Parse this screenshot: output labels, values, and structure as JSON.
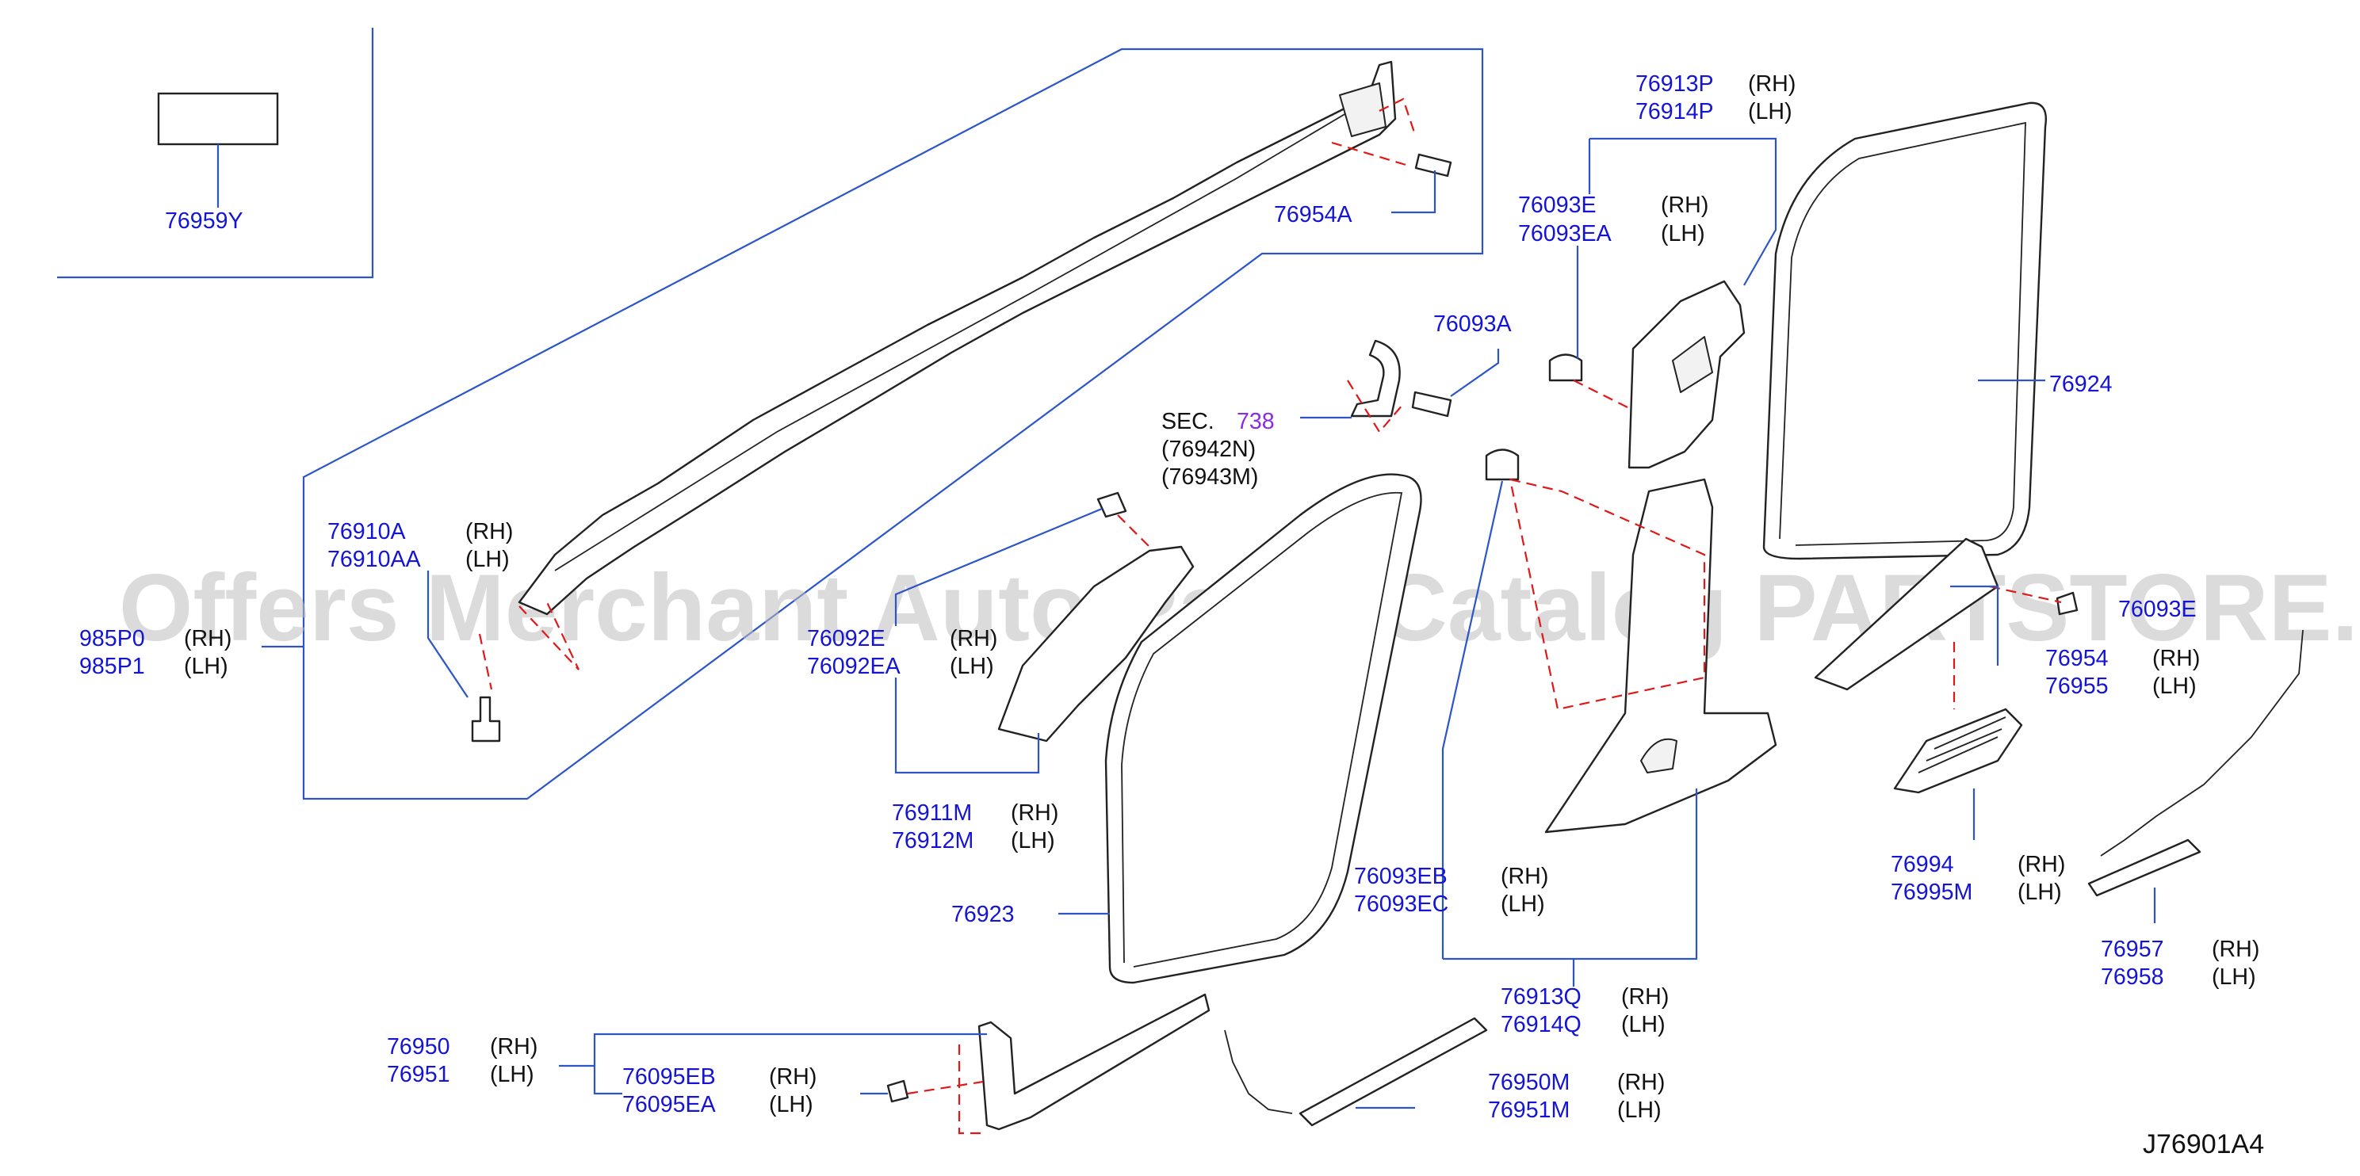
{
  "diagram_code": "J76901A4",
  "watermark": "Offers Merchant Auto Parts Catalog PARTSTORE.SA",
  "section_ref": {
    "prefix": "SEC.",
    "number": "738",
    "sub1": "(76942N)",
    "sub2": "(76943M)"
  },
  "labels": {
    "l76959Y": "76959Y",
    "l76913P": "76913P",
    "l76914P": "76914P",
    "l76954A": "76954A",
    "l76093E": "76093E",
    "l76093EA": "76093EA",
    "l76924": "76924",
    "l76093A": "76093A",
    "l76910A": "76910A",
    "l76910AA": "76910AA",
    "l985P0": "985P0",
    "l985P1": "985P1",
    "l76092E": "76092E",
    "l76092EA": "76092EA",
    "l76093F": "76093E",
    "l76954": "76954",
    "l76955": "76955",
    "l76911M": "76911M",
    "l76912M": "76912M",
    "l76994": "76994",
    "l76995M": "76995M",
    "l76093EB": "76093EB",
    "l76093EC": "76093EC",
    "l76923": "76923",
    "l76957": "76957",
    "l76958": "76958",
    "l76913Q": "76913Q",
    "l76914Q": "76914Q",
    "l76950": "76950",
    "l76951": "76951",
    "l76095EB": "76095EB",
    "l76095EA": "76095EA",
    "l76950M": "76950M",
    "l76951M": "76951M"
  },
  "side": {
    "rh": "(RH)",
    "lh": "(LH)"
  },
  "colors": {
    "part_number": "#1414d4",
    "section_number": "#8a2be2",
    "leader": "#2b55c8",
    "dashed_guide": "#e01818"
  }
}
